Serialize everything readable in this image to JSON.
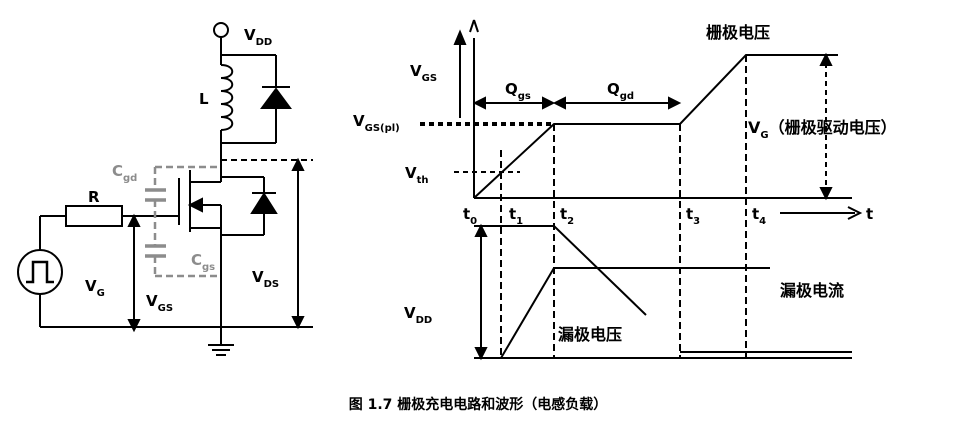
{
  "caption": "图 1.7  栅极充电电路和波形（电感负载）",
  "circuit": {
    "vdd": {
      "main": "V",
      "sub": "DD"
    },
    "inductor": "L",
    "resistor": "R",
    "cgd": {
      "main": "C",
      "sub": "gd"
    },
    "cgs": {
      "main": "C",
      "sub": "gs"
    },
    "vg": {
      "main": "V",
      "sub": "G"
    },
    "vgs": {
      "main": "V",
      "sub": "GS"
    },
    "vds": {
      "main": "V",
      "sub": "DS"
    }
  },
  "waveform": {
    "gate_voltage_title": "栅极电压",
    "vgs_axis": {
      "main": "V",
      "sub": "GS"
    },
    "qgs": {
      "main": "Q",
      "sub": "gs"
    },
    "qgd": {
      "main": "Q",
      "sub": "gd"
    },
    "vgs_pl": {
      "main": "V",
      "sub": "GS(pl)"
    },
    "vth": {
      "main": "V",
      "sub": "th"
    },
    "vg_drive": {
      "main": "V",
      "sub": "G",
      "tail": "（栅极驱动电压）"
    },
    "t_axis": "t",
    "times": [
      {
        "main": "t",
        "sub": "0"
      },
      {
        "main": "t",
        "sub": "1"
      },
      {
        "main": "t",
        "sub": "2"
      },
      {
        "main": "t",
        "sub": "3"
      },
      {
        "main": "t",
        "sub": "4"
      }
    ],
    "vdd": {
      "main": "V",
      "sub": "DD"
    },
    "drain_current": "漏极电流",
    "drain_voltage": "漏极电压"
  }
}
